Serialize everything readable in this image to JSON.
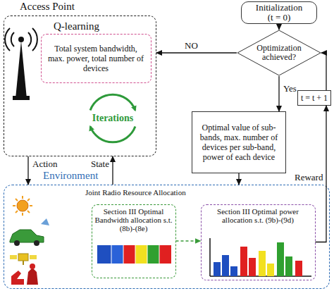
{
  "diagram": {
    "nodes": [
      {
        "text": [
          "Access Point",
          "Q-learning"
        ]
      },
      {
        "text": [
          "Total system bandwidth, max. power, total number of devices"
        ],
        "in": 0
      },
      {
        "text": [
          "Initialization (t = 0)"
        ]
      },
      {
        "text": [
          "Optimization achieved?"
        ]
      },
      {
        "text": [
          "Optimal value of sub-bands, max. number of devices per sub-band, power of each device"
        ]
      },
      {
        "text": [
          "t = t + 1"
        ]
      },
      {
        "text": [
          "Environment",
          "Joint Radio Resource Allocation"
        ]
      },
      {
        "text": [
          "Section III Optimal Bandwidth allocation s.t. (8b)-(8e)"
        ],
        "in": 6
      },
      {
        "text": [
          "Section III Optimal power allocation s.t. (9b)-(9d)"
        ],
        "in": 6
      }
    ],
    "edges": [
      {
        "from": 2,
        "to": 3,
        "arrow": "to"
      },
      {
        "from": 3,
        "to": 0,
        "label": "NO",
        "arrow": "to"
      },
      {
        "from": 3,
        "to": 4,
        "label": "Yes",
        "arrow": "to"
      },
      {
        "from": 4,
        "to": 6,
        "arrow": "to"
      },
      {
        "from": 0,
        "to": 6,
        "label": "Action",
        "arrow": "to"
      },
      {
        "from": 6,
        "to": 0,
        "label": "State",
        "arrow": "to"
      },
      {
        "from": 7,
        "to": 8,
        "arrow": "to"
      },
      {
        "from": 8,
        "to": 5,
        "label": "Reward",
        "arrow": "to"
      },
      {
        "from": 5,
        "to": 3,
        "arrow": "to"
      }
    ],
    "labels": [
      "Iterations"
    ]
  }
}
